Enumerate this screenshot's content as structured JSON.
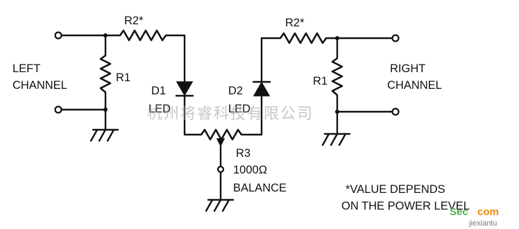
{
  "labels": {
    "left_channel_1": "LEFT",
    "left_channel_2": "CHANNEL",
    "right_channel_1": "RIGHT",
    "right_channel_2": "CHANNEL",
    "r1_left": "R1",
    "r1_right": "R1",
    "r2_left": "R2*",
    "r2_right": "R2*",
    "d1_name": "D1",
    "d1_type": "LED",
    "d2_name": "D2",
    "d2_type": "LED",
    "r3_name": "R3",
    "r3_value": "1000Ω",
    "r3_function": "BALANCE",
    "note_line1": "*VALUE DEPENDS",
    "note_line2": "ON THE POWER LEVEL"
  },
  "watermark": {
    "chinese": "杭州将睿科技有限公司",
    "logo_part1": "Sec",
    "logo_part2": "com",
    "subtext": "jiexiantu"
  },
  "colors": {
    "ink": "#111111",
    "watermark_gray": "#9a9a9a",
    "logo_green": "#4caf50",
    "logo_orange": "#e8890c"
  }
}
